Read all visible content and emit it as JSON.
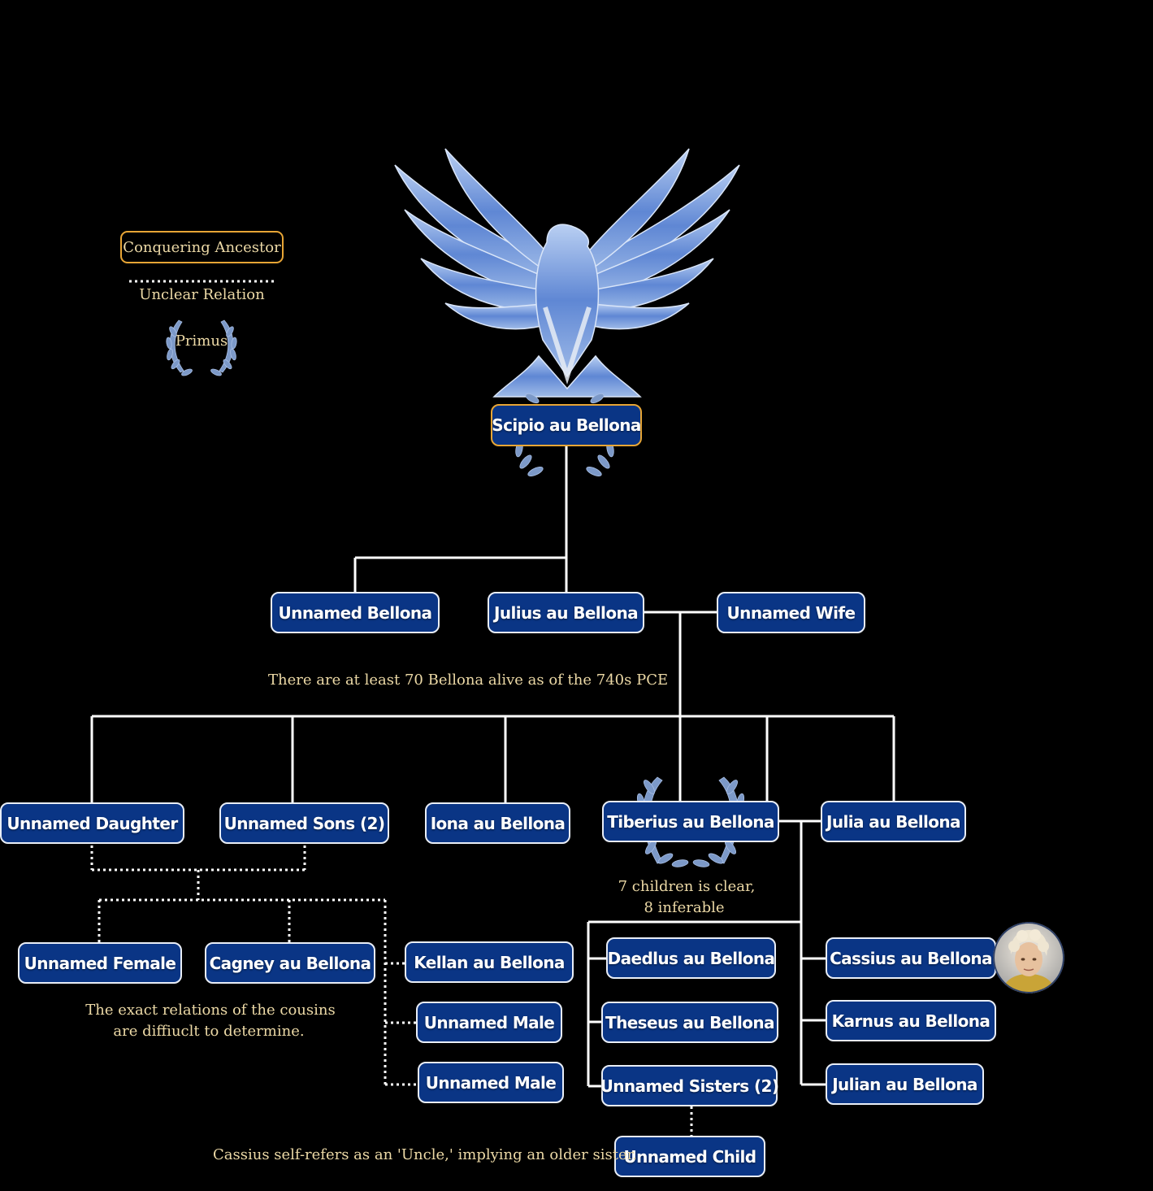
{
  "legend": {
    "ancestor_label": "Conquering Ancestor",
    "unclear_label": "Unclear Relation",
    "primus_label": "Primus"
  },
  "colors": {
    "node_fill": "#0a3585",
    "node_border": "#e9eef7",
    "ancestor_border": "#e7a535",
    "note_text": "#ecd9a6",
    "line": "#ffffff",
    "eagle": "#7fa4e0"
  },
  "icons": {
    "crest": "eagle-crest-icon",
    "primus": "laurel-wreath-icon",
    "portrait": "cassius-portrait"
  },
  "people": {
    "scipio": "Scipio au Bellona",
    "unnamed_bellona": "Unnamed Bellona",
    "julius": "Julius au Bellona",
    "unnamed_wife": "Unnamed Wife",
    "unnamed_daughter": "Unnamed Daughter",
    "unnamed_sons": "Unnamed Sons (2)",
    "iona": "Iona au Bellona",
    "tiberius": "Tiberius au Bellona",
    "julia": "Julia au Bellona",
    "unnamed_female": "Unnamed Female",
    "cagney": "Cagney au Bellona",
    "kellan": "Kellan au Bellona",
    "unnamed_male_1": "Unnamed Male",
    "unnamed_male_2": "Unnamed Male",
    "daedlus": "Daedlus au Bellona",
    "theseus": "Theseus au Bellona",
    "unnamed_sisters": "Unnamed Sisters (2)",
    "unnamed_child": "Unnamed Child",
    "cassius": "Cassius au Bellona",
    "karnus": "Karnus au Bellona",
    "julian": "Julian au Bellona"
  },
  "notes": {
    "population": "There are at least 70 Bellona alive as of the 740s PCE",
    "children_line1": "7 children is clear,",
    "children_line2": "8 inferable",
    "cousins_line1": "The exact relations of the cousins",
    "cousins_line2": "are diffiuclt to determine.",
    "uncle": "Cassius self-refers as an 'Uncle,' implying an older sister."
  }
}
